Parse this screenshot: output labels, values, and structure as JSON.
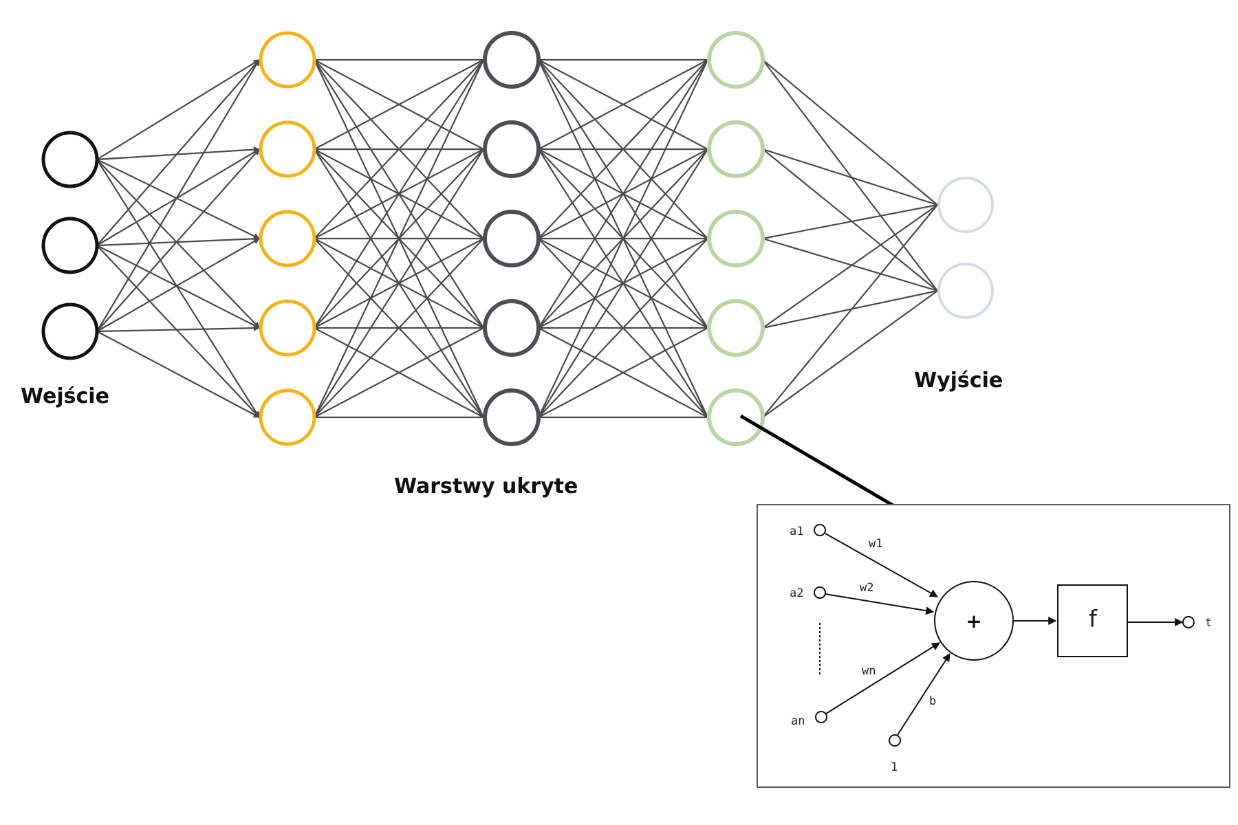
{
  "network": {
    "labels": {
      "input": "Wejście",
      "hidden": "Warstwy ukryte",
      "output": "Wyjście"
    },
    "layers": [
      {
        "name": "input",
        "neurons": 3,
        "color": "#111111"
      },
      {
        "name": "hidden-1",
        "neurons": 5,
        "color": "#f5b21a"
      },
      {
        "name": "hidden-2",
        "neurons": 5,
        "color": "#4b4e55"
      },
      {
        "name": "hidden-3",
        "neurons": 5,
        "color": "#b8d6a4"
      },
      {
        "name": "output",
        "neurons": 2,
        "color": "#d3dbe6"
      }
    ],
    "edge_color": "#4a4a4a"
  },
  "neuron_model": {
    "inputs": [
      {
        "label": "a1",
        "weight": "w1"
      },
      {
        "label": "a2",
        "weight": "w2"
      },
      {
        "label": "an",
        "weight": "wn"
      }
    ],
    "bias_input": "1",
    "bias_label": "b",
    "sum_symbol": "+",
    "activation": "f",
    "output": "t"
  }
}
